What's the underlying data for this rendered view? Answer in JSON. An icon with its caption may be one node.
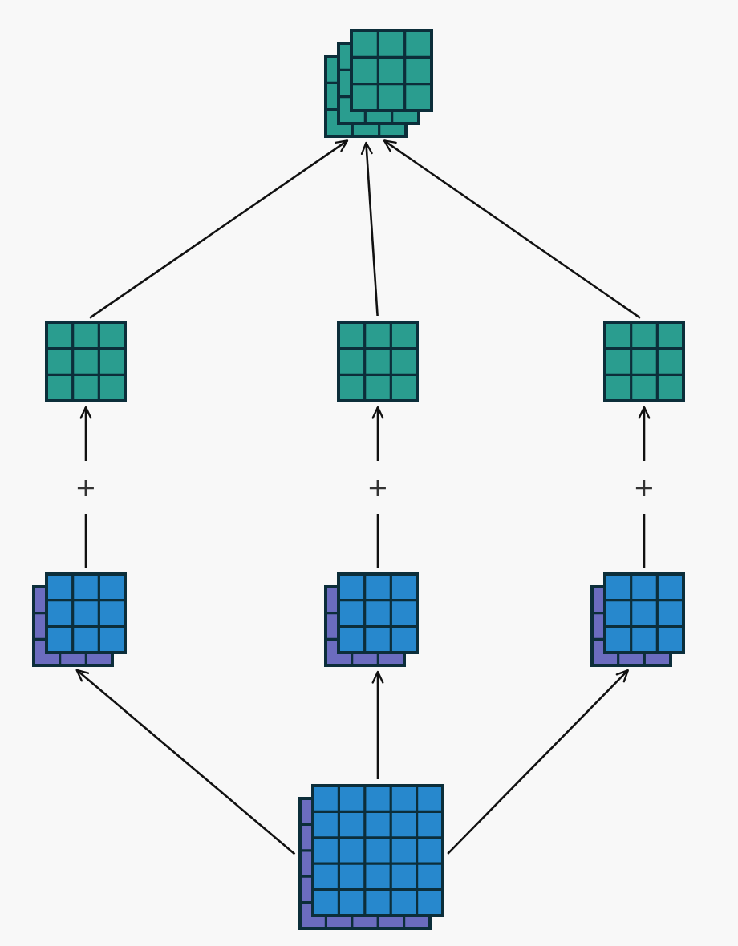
{
  "diagram": {
    "nodes": [
      {
        "text": [],
        "shape": "picture"
      },
      {
        "text": [],
        "shape": "picture"
      },
      {
        "text": [],
        "shape": "picture"
      },
      {
        "text": [],
        "shape": "picture"
      },
      {
        "text": [],
        "shape": "picture"
      },
      {
        "text": [],
        "shape": "picture"
      },
      {
        "text": [],
        "shape": "picture"
      },
      {
        "text": [],
        "shape": "picture"
      }
    ],
    "edges": [
      {
        "from": 1,
        "to": 0,
        "arrow": "to"
      },
      {
        "from": 2,
        "to": 0,
        "arrow": "to"
      },
      {
        "from": 3,
        "to": 0,
        "arrow": "to"
      },
      {
        "from": 4,
        "to": 1,
        "arrow": "to",
        "label": "+"
      },
      {
        "from": 5,
        "to": 2,
        "arrow": "to",
        "label": "+"
      },
      {
        "from": 6,
        "to": 3,
        "arrow": "to",
        "label": "+"
      },
      {
        "from": 7,
        "to": 4,
        "arrow": "to"
      },
      {
        "from": 7,
        "to": 5,
        "arrow": "to"
      },
      {
        "from": 7,
        "to": 6,
        "arrow": "to"
      }
    ]
  }
}
